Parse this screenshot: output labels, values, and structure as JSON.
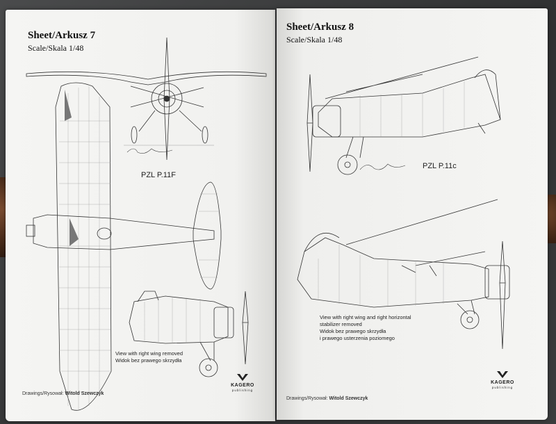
{
  "left_page": {
    "sheet_title": "Sheet/Arkusz 7",
    "scale": "Scale/Skala 1/48",
    "aircraft_label": "PZL P.11F",
    "note_lines": [
      "View with right wing removed",
      "Widok bez prawego skrzydła"
    ],
    "credit_prefix": "Drawings/Rysował: ",
    "credit_name": "Witold Szewczyk",
    "logo_text": "KAGERO",
    "logo_subtext": "publishing"
  },
  "right_page": {
    "sheet_title": "Sheet/Arkusz 8",
    "scale": "Scale/Skala 1/48",
    "aircraft_label": "PZL P.11c",
    "note_lines": [
      "View with right wing and right horizontal",
      "stabilizer removed",
      "Widok bez prawego skrzydła",
      "i prawego usterzenia poziomego"
    ],
    "credit_prefix": "Drawings/Rysował: ",
    "credit_name": "Witold Szewczyk",
    "logo_text": "KAGERO",
    "logo_subtext": "publishing"
  },
  "colors": {
    "paper": "#f3f3f1",
    "ink": "#222222",
    "background": "#3a3b3c",
    "weight_rust": "#5a3622"
  }
}
